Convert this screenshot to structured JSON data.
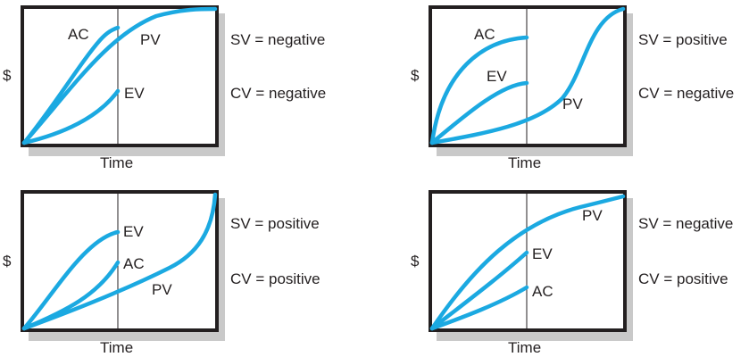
{
  "common": {
    "y_label": "$",
    "x_label": "Time"
  },
  "colors": {
    "curve": "#1ba9e1",
    "frame": "#231f20",
    "shadow": "#c9c9c9"
  },
  "panels": [
    {
      "curve_labels": {
        "ac": "AC",
        "pv": "PV",
        "ev": "EV"
      },
      "sv": "SV = negative",
      "cv": "CV = negative"
    },
    {
      "curve_labels": {
        "ac": "AC",
        "pv": "PV",
        "ev": "EV"
      },
      "sv": "SV = positive",
      "cv": "CV = negative"
    },
    {
      "curve_labels": {
        "ac": "AC",
        "pv": "PV",
        "ev": "EV"
      },
      "sv": "SV = positive",
      "cv": "CV = positive"
    },
    {
      "curve_labels": {
        "ac": "AC",
        "pv": "PV",
        "ev": "EV"
      },
      "sv": "SV = negative",
      "cv": "CV = positive"
    }
  ]
}
